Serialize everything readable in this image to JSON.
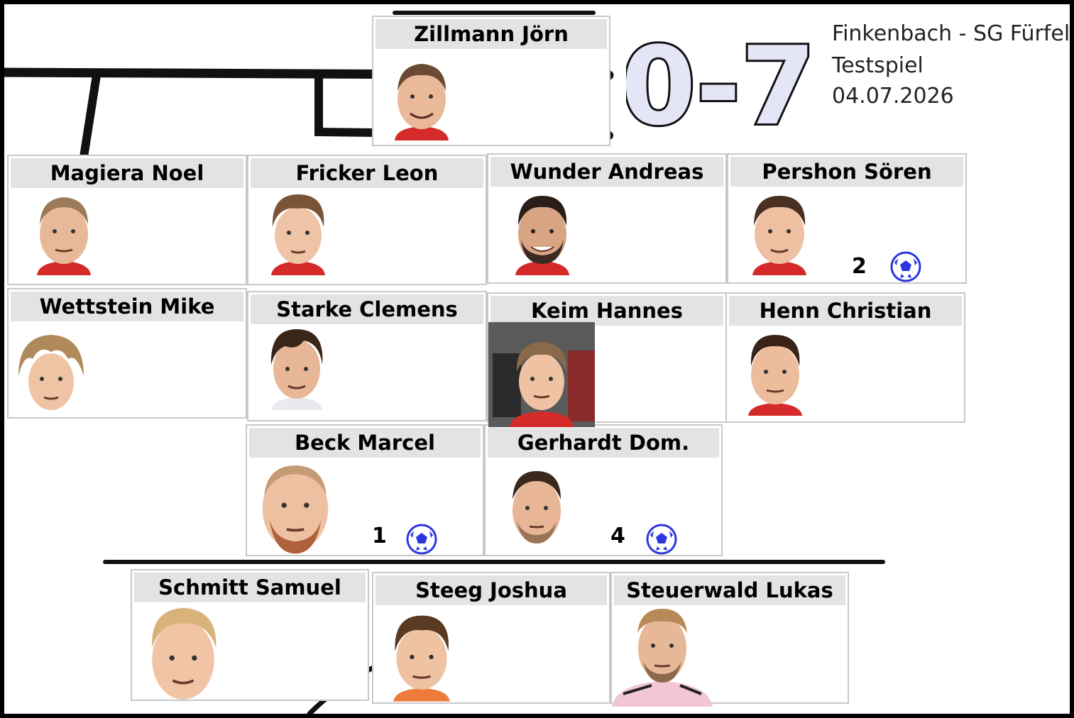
{
  "match": {
    "teams": "Finkenbach - SG Fürfeld",
    "type": "Testspiel",
    "date": "04.07.2026",
    "score": "0-7"
  },
  "coach": {
    "name": "Zillmann Jörn"
  },
  "players": [
    {
      "name": "Magiera Noel",
      "goals": null
    },
    {
      "name": "Fricker Leon",
      "goals": null
    },
    {
      "name": "Wunder Andreas",
      "goals": null
    },
    {
      "name": "Pershon Sören",
      "goals": "2"
    },
    {
      "name": "Wettstein Mike",
      "goals": null
    },
    {
      "name": "Starke Clemens",
      "goals": null
    },
    {
      "name": "Keim Hannes",
      "goals": null
    },
    {
      "name": "Henn Christian",
      "goals": null
    },
    {
      "name": "Beck Marcel",
      "goals": "1"
    },
    {
      "name": "Gerhardt Dom.",
      "goals": "4"
    }
  ],
  "substitutes": [
    {
      "name": "Schmitt Samuel"
    },
    {
      "name": "Steeg Joshua"
    },
    {
      "name": "Steuerwald Lukas"
    }
  ],
  "icons": {
    "goal": "soccer-ball-icon"
  },
  "colors": {
    "score_fill": "#e4e6f8",
    "score_stroke": "#111111",
    "ball": "#2a36e0",
    "shirt": "#d42a2a"
  }
}
